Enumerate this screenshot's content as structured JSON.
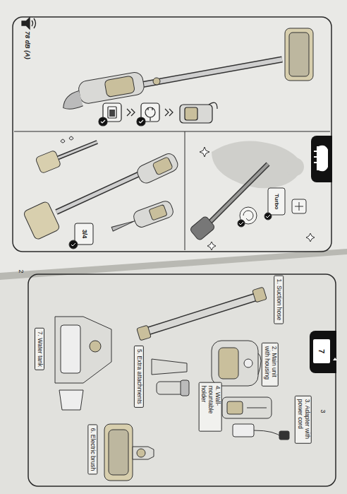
{
  "diagram": {
    "nodes": [
      {
        "text": [
          "1. Suction hose"
        ]
      },
      {
        "text": [
          "2. Main unit with housing"
        ]
      },
      {
        "text": [
          "3. Adapter with power cord"
        ]
      },
      {
        "text": [
          "4. Wall-mountable holder"
        ]
      },
      {
        "text": [
          "5. Extra attachments"
        ]
      },
      {
        "text": [
          "6. Electric brush"
        ]
      },
      {
        "text": [
          "7. Water tank"
        ]
      }
    ],
    "labels": [
      "78 dB (A)",
      "2",
      "3/4",
      "Turbo",
      "7",
      "3"
    ]
  }
}
